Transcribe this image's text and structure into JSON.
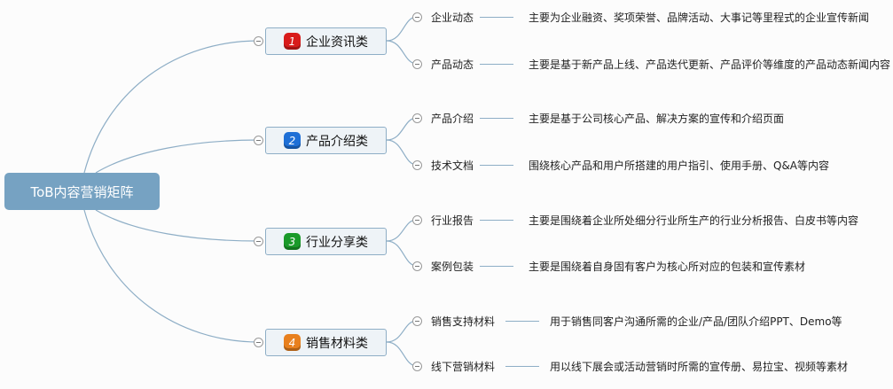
{
  "root": {
    "label": "ToB内容营销矩阵"
  },
  "branches": [
    {
      "num": "1",
      "label": "企业资讯类",
      "color": "#d81b1b",
      "children": [
        {
          "label": "企业动态",
          "desc": "主要为企业融资、奖项荣誉、品牌活动、大事记等里程式的企业宣传新闻"
        },
        {
          "label": "产品动态",
          "desc": "主要是基于新产品上线、产品迭代更新、产品评价等维度的产品动态新闻内容"
        }
      ]
    },
    {
      "num": "2",
      "label": "产品介绍类",
      "color": "#1e6fd6",
      "children": [
        {
          "label": "产品介绍",
          "desc": "主要是基于公司核心产品、解决方案的宣传和介绍页面"
        },
        {
          "label": "技术文档",
          "desc": "围绕核心产品和用户所搭建的用户指引、使用手册、Q&A等内容"
        }
      ]
    },
    {
      "num": "3",
      "label": "行业分享类",
      "color": "#1a9a2a",
      "children": [
        {
          "label": "行业报告",
          "desc": "主要是围绕着企业所处细分行业所生产的行业分析报告、白皮书等内容"
        },
        {
          "label": "案例包装",
          "desc": "主要是围绕着自身固有客户为核心所对应的包装和宣传素材"
        }
      ]
    },
    {
      "num": "4",
      "label": "销售材料类",
      "color": "#e8801e",
      "children": [
        {
          "label": "销售支持材料",
          "desc": "用于销售同客户沟通所需的企业/产品/团队介绍PPT、Demo等"
        },
        {
          "label": "线下营销材料",
          "desc": "用以线下展会或活动营销时所需的宣传册、易拉宝、视频等素材"
        }
      ]
    }
  ]
}
